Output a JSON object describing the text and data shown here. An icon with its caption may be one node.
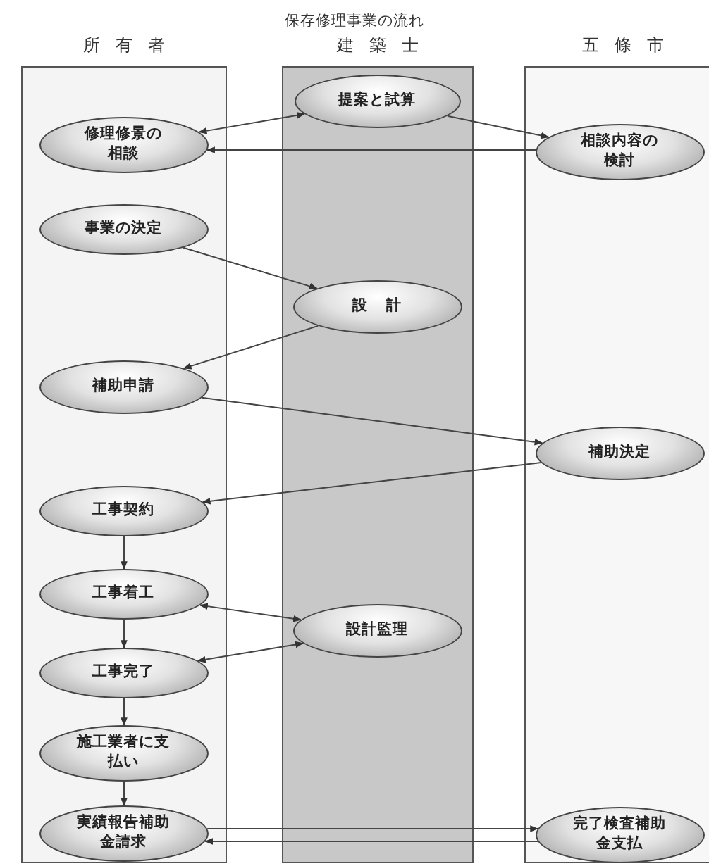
{
  "diagram": {
    "title": "保存修理事業の流れ",
    "nodes": [
      {
        "text": [
          "所有者"
        ]
      },
      {
        "text": [
          "建築士"
        ]
      },
      {
        "text": [
          "五條市"
        ]
      },
      {
        "text": [
          "修理修景の相談"
        ],
        "in": 0
      },
      {
        "text": [
          "提案と試算"
        ],
        "in": 1
      },
      {
        "text": [
          "相談内容の検討"
        ],
        "in": 2
      },
      {
        "text": [
          "事業の決定"
        ],
        "in": 0
      },
      {
        "text": [
          "設計"
        ],
        "in": 1
      },
      {
        "text": [
          "補助申請"
        ],
        "in": 0
      },
      {
        "text": [
          "補助決定"
        ],
        "in": 2
      },
      {
        "text": [
          "工事契約"
        ],
        "in": 0
      },
      {
        "text": [
          "工事着工"
        ],
        "in": 0
      },
      {
        "text": [
          "設計監理"
        ],
        "in": 1
      },
      {
        "text": [
          "工事完了"
        ],
        "in": 0
      },
      {
        "text": [
          "施工業者に支払い"
        ],
        "in": 0
      },
      {
        "text": [
          "実績報告補助金請求"
        ],
        "in": 0
      },
      {
        "text": [
          "完了検査補助金支払"
        ],
        "in": 2
      }
    ],
    "edges": [
      {
        "from": 3,
        "to": 4,
        "arrow": "both"
      },
      {
        "from": 4,
        "to": 5,
        "arrow": "to"
      },
      {
        "from": 5,
        "to": 3,
        "arrow": "to"
      },
      {
        "from": 6,
        "to": 7,
        "arrow": "to"
      },
      {
        "from": 7,
        "to": 8,
        "arrow": "to"
      },
      {
        "from": 8,
        "to": 9,
        "arrow": "to"
      },
      {
        "from": 9,
        "to": 10,
        "arrow": "to"
      },
      {
        "from": 10,
        "to": 11,
        "arrow": "to"
      },
      {
        "from": 11,
        "to": 12,
        "arrow": "both"
      },
      {
        "from": 11,
        "to": 13,
        "arrow": "to"
      },
      {
        "from": 13,
        "to": 12,
        "arrow": "both"
      },
      {
        "from": 13,
        "to": 14,
        "arrow": "to"
      },
      {
        "from": 14,
        "to": 15,
        "arrow": "to"
      },
      {
        "from": 15,
        "to": 16,
        "arrow": "to"
      },
      {
        "from": 16,
        "to": 15,
        "arrow": "to"
      }
    ]
  }
}
